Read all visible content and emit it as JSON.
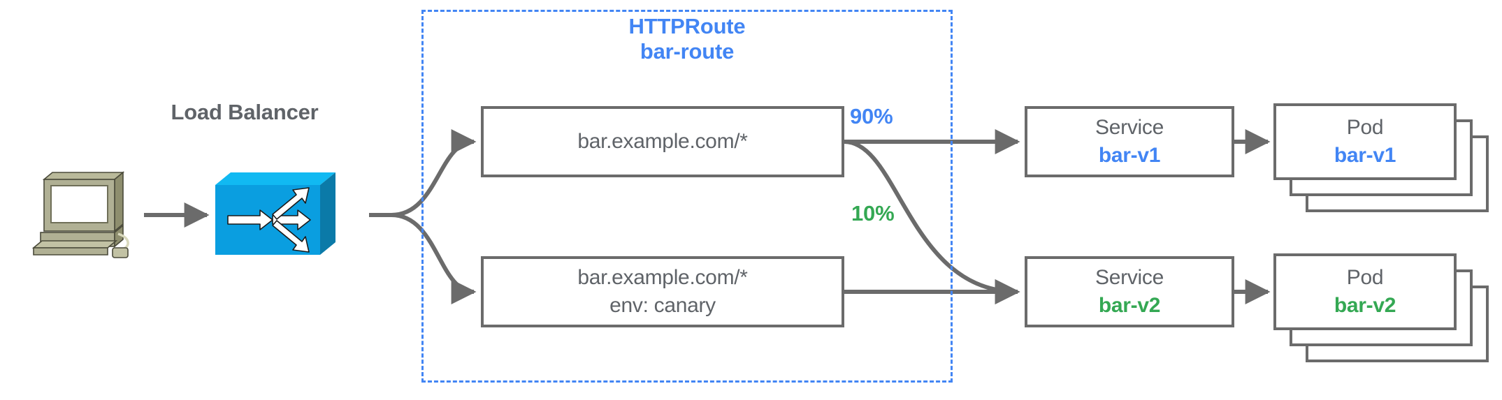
{
  "diagram": {
    "title_absent": true,
    "colors": {
      "blue": "#4285F4",
      "green": "#34A853",
      "gray_text": "#5f6368",
      "gray_stroke": "#6b6b6b",
      "lb_blue": "#0a9ee0",
      "client_beige": "#a8a887"
    }
  },
  "client": {
    "icon": "desktop-computer-icon"
  },
  "load_balancer": {
    "label": "Load Balancer",
    "icon": "load-balancer-switch-icon"
  },
  "route_group": {
    "kind": "HTTPRoute",
    "name": "bar-route"
  },
  "matches": [
    {
      "id": "match-top",
      "line1": "bar.example.com/*",
      "line2": ""
    },
    {
      "id": "match-bottom",
      "line1": "bar.example.com/*",
      "line2": "env: canary"
    }
  ],
  "weights": [
    {
      "id": "pct-90",
      "label": "90%",
      "value": 90,
      "color": "#4285F4"
    },
    {
      "id": "pct-10",
      "label": "10%",
      "value": 10,
      "color": "#34A853"
    }
  ],
  "services": [
    {
      "id": "svc-v1",
      "kind": "Service",
      "name": "bar-v1",
      "color": "#4285F4"
    },
    {
      "id": "svc-v2",
      "kind": "Service",
      "name": "bar-v2",
      "color": "#34A853"
    }
  ],
  "pods": [
    {
      "id": "pods-v1",
      "kind": "Pod",
      "name": "bar-v1",
      "replicas": 3,
      "color": "#4285F4"
    },
    {
      "id": "pods-v2",
      "kind": "Pod",
      "name": "bar-v2",
      "replicas": 3,
      "color": "#34A853"
    }
  ]
}
